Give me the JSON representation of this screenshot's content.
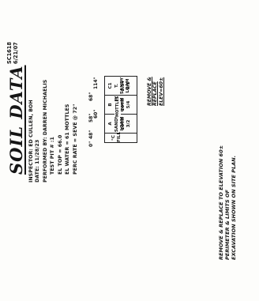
{
  "header": {
    "title": "SOIL DATA",
    "code": "SC1618",
    "date": "6/21/07"
  },
  "info": {
    "inspector": "INSPECTOR: ED CULLEN, BOH",
    "date": "DATE: 11/28/23",
    "performed_by": "PERFORMED BY: DARREN MICHAELIS",
    "test_pit": "TEST PIT # :1",
    "elevation": "EL TOP = 66.0",
    "water": "EL WATER = 61 MOTTLES",
    "perc_rate": "PERC RATE = SEVE @ 72\""
  },
  "profile": {
    "layers": [
      {
        "code": "°C",
        "desc": "FILL"
      },
      {
        "code": "A",
        "desc": "SANDY LOAM",
        "color": "10YR 3/2"
      },
      {
        "code": "B",
        "desc": "SANDY LOAM",
        "color": "10YR 5/4"
      },
      {
        "code": "C1",
        "desc": "T. SANDY LOAM",
        "color": "2.5Y 6/1"
      }
    ],
    "mottle_label": "MOTTLES",
    "depths": [
      "0\"",
      "48\"",
      "58\"",
      "60\"",
      "68\"",
      "114\""
    ]
  },
  "remove_note": {
    "line1": "REMOVE &",
    "line2": "REPLACE",
    "line3": "ELEV=60±"
  },
  "footer_note": {
    "line1": "REMOVE & REPLACE TO ELEVATION 60±",
    "line2": "PERIMETER & LIMITS OF",
    "line3": "EXCAVATION SHOWN ON SITE PLAN."
  }
}
